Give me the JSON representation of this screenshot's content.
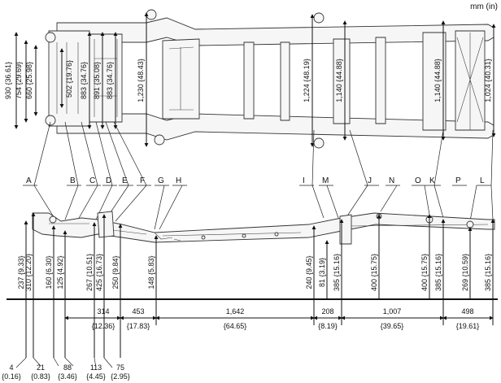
{
  "units": "mm (in)",
  "top_view": {
    "left_dims": [
      {
        "id": "d930",
        "text": "930 {36.61}"
      },
      {
        "id": "d754",
        "text": "754 {29.69}"
      },
      {
        "id": "d660",
        "text": "660 {25.98}"
      },
      {
        "id": "d502",
        "text": "502 {19.76}"
      },
      {
        "id": "d883a",
        "text": "883 {34.76}"
      },
      {
        "id": "d891",
        "text": "891 {35.08}"
      },
      {
        "id": "d883b",
        "text": "883 {34.76}"
      },
      {
        "id": "d1230",
        "text": "1,230 {48.43}"
      }
    ],
    "right_dims": [
      {
        "id": "d1224",
        "text": "1,224 {48.19}"
      },
      {
        "id": "d1140a",
        "text": "1,140 {44.88}"
      },
      {
        "id": "d1140b",
        "text": "1,140 {44.88}"
      },
      {
        "id": "d1024",
        "text": "1,024 {40.31}"
      }
    ]
  },
  "point_labels": [
    "A",
    "B",
    "C",
    "D",
    "E",
    "F",
    "G",
    "H",
    "I",
    "M",
    "J",
    "N",
    "O",
    "K",
    "P",
    "L"
  ],
  "side_heights": [
    {
      "id": "h237",
      "text": "237 {9.33}"
    },
    {
      "id": "h310",
      "text": "310 {12.20}"
    },
    {
      "id": "h160",
      "text": "160 {6.30}"
    },
    {
      "id": "h125",
      "text": "125 {4.92}"
    },
    {
      "id": "h267",
      "text": "267 {10.51}"
    },
    {
      "id": "h425",
      "text": "425 {16.73}"
    },
    {
      "id": "h250",
      "text": "250 {9.84}"
    },
    {
      "id": "h148",
      "text": "148 {5.83}"
    },
    {
      "id": "h240",
      "text": "240 {9.45}"
    },
    {
      "id": "h81",
      "text": "81 {3.19}"
    },
    {
      "id": "h385a",
      "text": "385 {15.16}"
    },
    {
      "id": "h400a",
      "text": "400 {15.75}"
    },
    {
      "id": "h400b",
      "text": "400 {15.75}"
    },
    {
      "id": "h385b",
      "text": "385 {15.16}"
    },
    {
      "id": "h269",
      "text": "269 {10.59}"
    },
    {
      "id": "h385c",
      "text": "385 {15.16}"
    }
  ],
  "spacing_upper": [
    {
      "id": "s314",
      "value": "314",
      "inch": "{12.36}"
    },
    {
      "id": "s453",
      "value": "453",
      "inch": "{17.83}"
    },
    {
      "id": "s1642",
      "value": "1,642",
      "inch": "{64.65}"
    },
    {
      "id": "s208",
      "value": "208",
      "inch": "{8.19}"
    },
    {
      "id": "s1007",
      "value": "1,007",
      "inch": "{39.65}"
    },
    {
      "id": "s498",
      "value": "498",
      "inch": "{19.61}"
    }
  ],
  "spacing_lower": [
    {
      "id": "s4",
      "value": "4",
      "inch": "{0.16}"
    },
    {
      "id": "s21",
      "value": "21",
      "inch": "{0.83}"
    },
    {
      "id": "s88",
      "value": "88",
      "inch": "{3.46}"
    },
    {
      "id": "s113",
      "value": "113",
      "inch": "{4.45}"
    },
    {
      "id": "s75",
      "value": "75",
      "inch": "{2.95}"
    }
  ]
}
